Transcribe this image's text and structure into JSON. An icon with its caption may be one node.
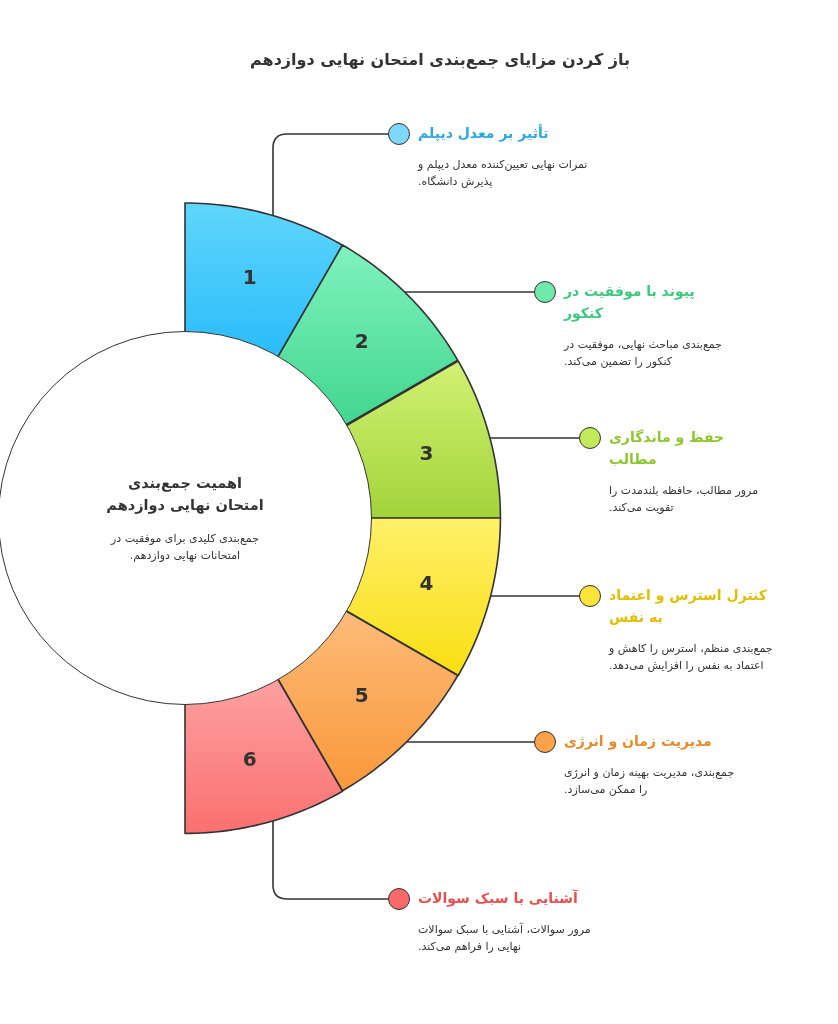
{
  "diagram": {
    "title": "باز کردن مزایای جمع‌بندی امتحان نهایی دوازدهم",
    "nodes": [
      {
        "text": [
          "اهمیت جمع‌بندی امتحان نهایی دوازدهم",
          "جمع‌بندی کلیدی برای موفقیت در امتحانات نهایی دوازدهم."
        ]
      },
      {
        "text": [
          "1"
        ]
      },
      {
        "text": [
          "2"
        ]
      },
      {
        "text": [
          "3"
        ]
      },
      {
        "text": [
          "4"
        ]
      },
      {
        "text": [
          "5"
        ]
      },
      {
        "text": [
          "6"
        ]
      },
      {
        "text": [],
        "shape": "circle",
        "beside": [
          "تأثیر بر معدل دیپلم",
          "نمرات نهایی تعیین‌کننده معدل دیپلم و پذیرش دانشگاه."
        ]
      },
      {
        "text": [],
        "shape": "circle",
        "beside": [
          "پیوند با موفقیت در کنکور",
          "جمع‌بندی مباحث نهایی، موفقیت در کنکور را تضمین می‌کند."
        ]
      },
      {
        "text": [],
        "shape": "circle",
        "beside": [
          "حفظ و ماندگاری مطالب",
          "مرور مطالب، حافظه بلندمدت را تقویت می‌کند."
        ]
      },
      {
        "text": [],
        "shape": "circle",
        "beside": [
          "کنترل استرس و اعتماد به نفس",
          "جمع‌بندی منظم، استرس را کاهش و اعتماد به نفس را افزایش می‌دهد."
        ]
      },
      {
        "text": [],
        "shape": "circle",
        "beside": [
          "مدیریت زمان و انرژی",
          "جمع‌بندی، مدیریت بهینه زمان و انرژی را ممکن می‌سازد."
        ]
      },
      {
        "text": [],
        "shape": "circle",
        "beside": [
          "آشنایی با سبک سوالات",
          "مرور سوالات، آشنایی با سبک سوالات نهایی را فراهم می‌کند."
        ]
      }
    ],
    "edges": [
      {
        "from": 1,
        "to": 7,
        "arrow": "none"
      },
      {
        "from": 2,
        "to": 8,
        "arrow": "none"
      },
      {
        "from": 3,
        "to": 9,
        "arrow": "none"
      },
      {
        "from": 4,
        "to": 10,
        "arrow": "none"
      },
      {
        "from": 5,
        "to": 11,
        "arrow": "none"
      },
      {
        "from": 6,
        "to": 12,
        "arrow": "none"
      }
    ]
  }
}
